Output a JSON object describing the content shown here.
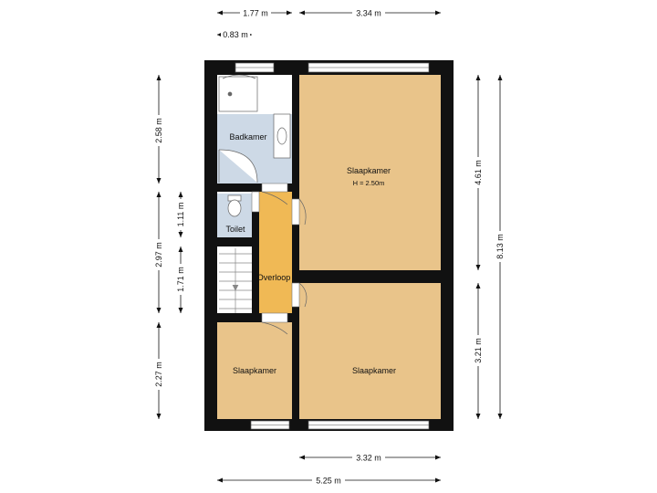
{
  "colors": {
    "wall": "#111111",
    "bedroom": "#e9c48a",
    "landing": "#f0b955",
    "bathroom": "#cdd9e6",
    "background": "#ffffff",
    "window": "#ffffff"
  },
  "rooms": {
    "bathroom": "Badkamer",
    "toilet": "Toilet",
    "landing": "Overloop",
    "bedroom_large": "Slaapkamer",
    "bedroom_large_height": "H = 2.50m",
    "bedroom_bottom_left": "Slaapkamer",
    "bedroom_bottom_right": "Slaapkamer"
  },
  "dimensions": {
    "top_left": "1.77 m",
    "top_right": "3.34 m",
    "top_small": "0.83 m",
    "left_outer_top": "2.58 m",
    "left_outer_mid": "2.97 m",
    "left_outer_bottom": "2.27 m",
    "left_inner_top": "1.11 m",
    "left_inner_bottom": "1.71 m",
    "right_inner_top": "4.61 m",
    "right_inner_bottom": "3.21 m",
    "right_outer": "8.13 m",
    "bottom_inner": "3.32 m",
    "bottom_outer": "5.25 m"
  }
}
